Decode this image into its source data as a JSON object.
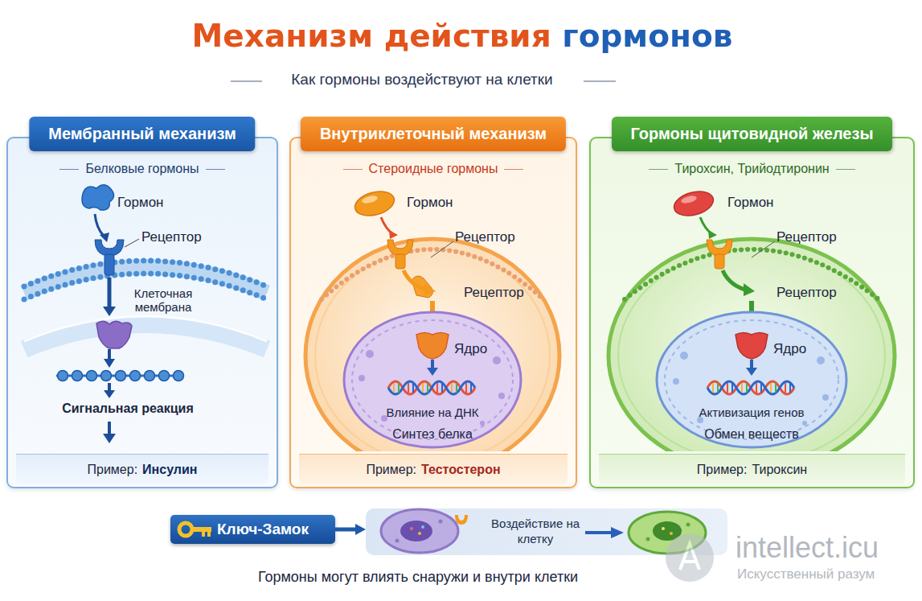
{
  "diagram": {
    "title": "Механизм действия гормонов",
    "caption": "Гормоны могут влиять снаружи и внутри клетки",
    "nodes": [
      {
        "text": [
          "Мембранный механизм",
          "Белковые гормоны"
        ]
      },
      {
        "text": [
          "Пример:",
          "Инсулин"
        ],
        "in": 0
      },
      {
        "text": [
          "Внутриклеточный механизм",
          "Стероидные гормоны"
        ]
      },
      {
        "text": [
          "Пример:",
          "Тестостерон"
        ],
        "in": 2
      },
      {
        "text": [
          "Гормоны щитовидной железы",
          "Тирохсин, Трийодтиронин"
        ]
      },
      {
        "text": [
          "Пример:",
          "Тироксин"
        ],
        "in": 4
      },
      {
        "text": [
          "Ключ-Замок"
        ]
      },
      {
        "text": [
          "Воздействие на клетку"
        ]
      }
    ],
    "edges": [
      {
        "from": 6,
        "to": 7,
        "arrow": "to"
      }
    ],
    "labels": [
      "Как гормоны воздействуют на клетки",
      "Гормон",
      "Рецептор",
      "Клеточная мембрана",
      "Сигнальная реакция",
      "Гормон",
      "Рецептор",
      "Рецептор",
      "Ядро",
      "Влияние на ДНК",
      "Синтез белка",
      "Гормон",
      "Рецептор",
      "Рецептор",
      "Ядро",
      "Активизация генов",
      "Обмен веществ",
      "intellect.icu",
      "Искусственный разум"
    ]
  }
}
